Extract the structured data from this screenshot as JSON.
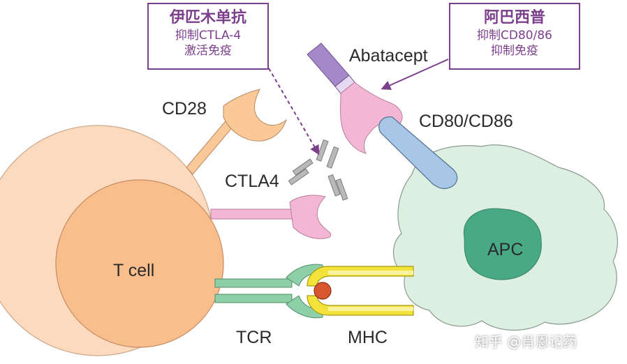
{
  "colors": {
    "tcell_outer": "#fdd9be",
    "tcell_inner": "#f9be8c",
    "apc_body": "#dcefe1",
    "apc_nucleus": "#47a985",
    "cd28": "#fbc897",
    "ctla4": "#f3b6d4",
    "tcr": "#8fcfa8",
    "mhc": "#f2e23a",
    "peptide": "#d8572f",
    "abatacept_stem": "#a488c9",
    "cd80": "#a8c7e6",
    "callout_border": "#7b3f8c",
    "arrow": "#7b3f8c"
  },
  "labels": {
    "tcell": "T cell",
    "apc": "APC",
    "cd28": "CD28",
    "ctla4": "CTLA4",
    "tcr": "TCR",
    "mhc": "MHC",
    "abatacept": "Abatacept",
    "cd80_cd86": "CD80/CD86"
  },
  "callouts": {
    "ipilimumab": {
      "title": "伊匹木单抗",
      "line1": "抑制CTLA-4",
      "line2": "激活免疫"
    },
    "abatacept": {
      "title": "阿巴西普",
      "line1": "抑制CD80/86",
      "line2": "抑制免疫"
    }
  },
  "watermark": "知乎 @肖恩记药"
}
